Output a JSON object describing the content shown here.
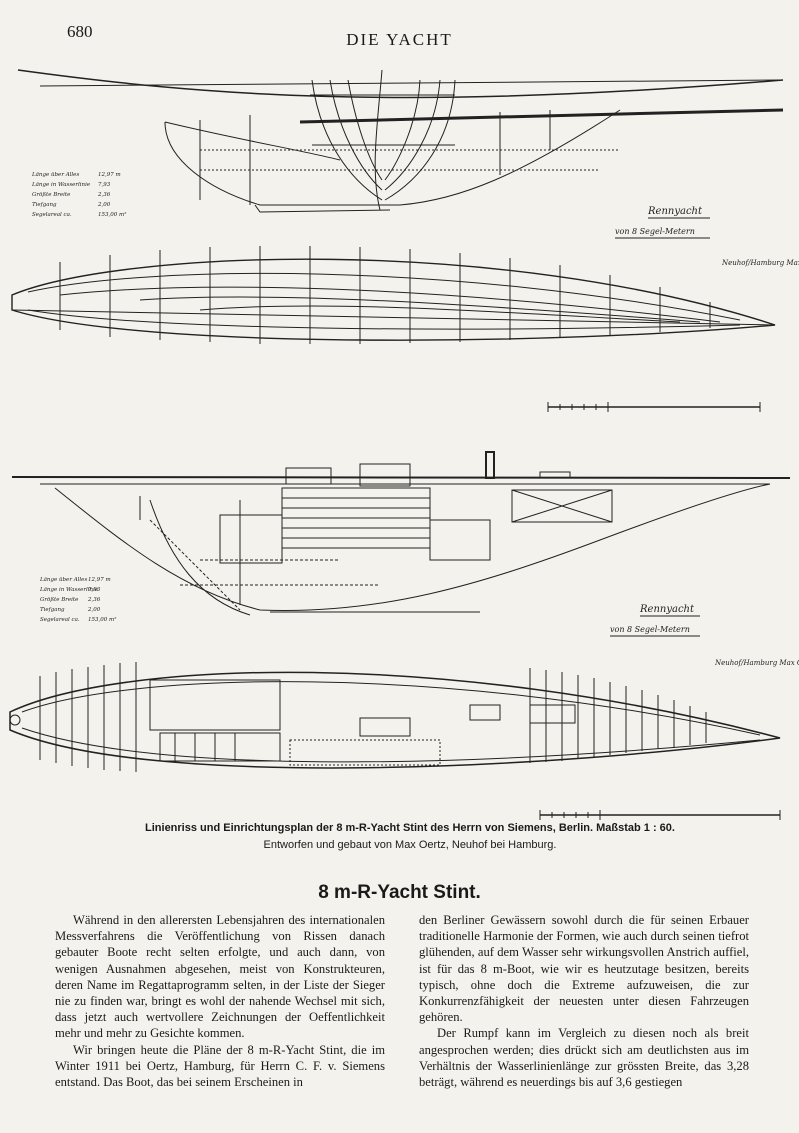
{
  "header": {
    "page_number": "680",
    "running_title": "DIE YACHT"
  },
  "drawing_labels": {
    "rennyacht": "Rennyacht",
    "von_8_segel_metern": "von 8 Segel-Metern",
    "signature": "Neuhof/Hamburg Max Oertz",
    "dimensions": [
      {
        "label": "Länge über Alles",
        "value": "12,97 m"
      },
      {
        "label": "Länge in Wasserlinie",
        "value": "7,93"
      },
      {
        "label": "Größte Breite",
        "value": "2,36"
      },
      {
        "label": "Tiefgang",
        "value": "2,00"
      },
      {
        "label": "Segelareal ca.",
        "value": "153,00 m²"
      }
    ]
  },
  "caption": {
    "main": "Linienriss und Einrichtungsplan der 8 m-R-Yacht Stint des Herrn von Siemens, Berlin.  Maßstab 1 : 60.",
    "sub": "Entworfen und gebaut von Max Oertz, Neuhof bei Hamburg."
  },
  "article": {
    "title": "8 m-R-Yacht Stint.",
    "left_paragraphs": [
      "Während in den allerersten Lebensjahren des internationalen Messverfahrens die Veröffentlichung von Rissen danach gebauter Boote recht selten erfolgte, und auch dann, von wenigen Ausnahmen abgesehen, meist von Konstrukteuren, deren Name im Regattaprogramm selten, in der Liste der Sieger nie zu finden war, bringt es wohl der nahende Wechsel mit sich, dass jetzt auch wertvollere Zeichnungen der Oeffentlichkeit mehr und mehr zu Gesichte kommen.",
      "Wir bringen heute die Pläne der 8 m-R-Yacht Stint, die im Winter 1911 bei Oertz, Hamburg, für Herrn C. F. v. Siemens entstand. Das Boot, das bei seinem Erscheinen in"
    ],
    "right_paragraphs": [
      "den Berliner Gewässern sowohl durch die für seinen Erbauer traditionelle Harmonie der Formen, wie auch durch seinen tiefrot glühenden, auf dem Wasser sehr wirkungsvollen Anstrich auffiel, ist für das 8 m-Boot, wie wir es heutzutage besitzen, bereits typisch, ohne doch die Extreme aufzuweisen, die zur Konkurrenzfähigkeit der neuesten unter diesen Fahrzeugen gehören.",
      "Der Rumpf kann im Vergleich zu diesen noch als breit angesprochen werden; dies drückt sich am deutlichsten aus im Verhältnis der Wasserlinienlänge zur grössten Breite, das 3,28 beträgt, während es neuerdings bis auf 3,6 gestiegen"
    ]
  }
}
